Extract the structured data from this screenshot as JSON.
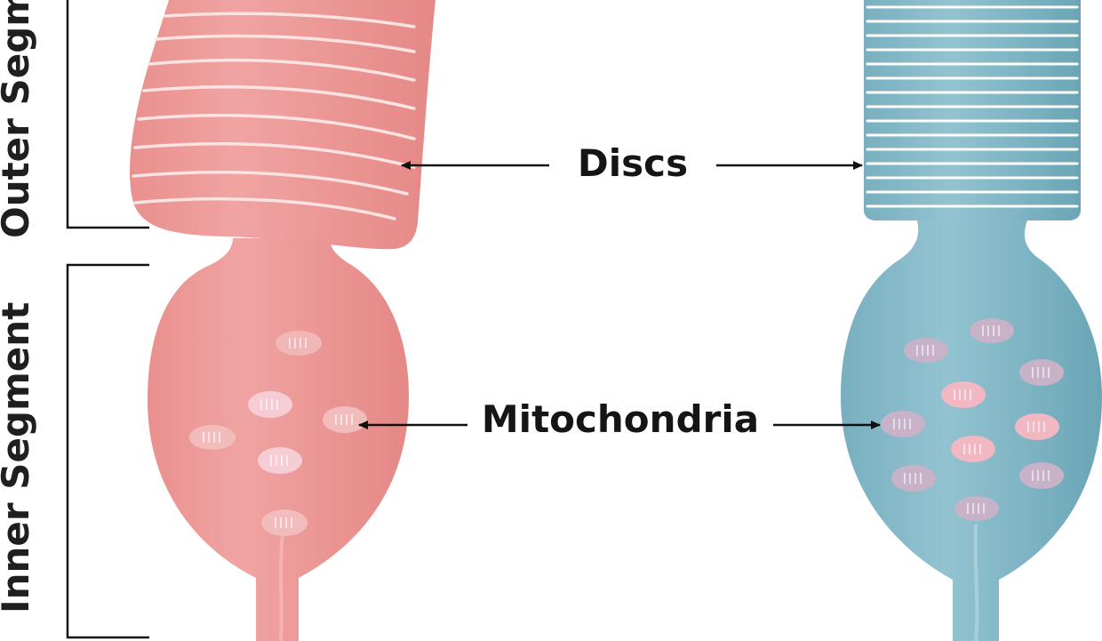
{
  "labels": {
    "outer_segment": "Outer Segm",
    "inner_segment": "Inner Segment",
    "discs": "Discs",
    "mitochondria": "Mitochondria"
  },
  "colors": {
    "cone_fill": "#ec9a98",
    "cone_light": "#f3b3b0",
    "cone_dark": "#e58886",
    "rod_fill": "#8bbccb",
    "rod_light": "#a9d0dc",
    "rod_dark": "#6aa6b6",
    "disc_stripe": "#fbe3e2",
    "rod_disc_stripe": "#ffffff",
    "mito_light": "#f7cfd6",
    "mito_lavender": "#c8b3cc",
    "line": "#111111"
  },
  "icons": {
    "cone_cell": "cone-photoreceptor",
    "rod_cell": "rod-photoreceptor"
  }
}
